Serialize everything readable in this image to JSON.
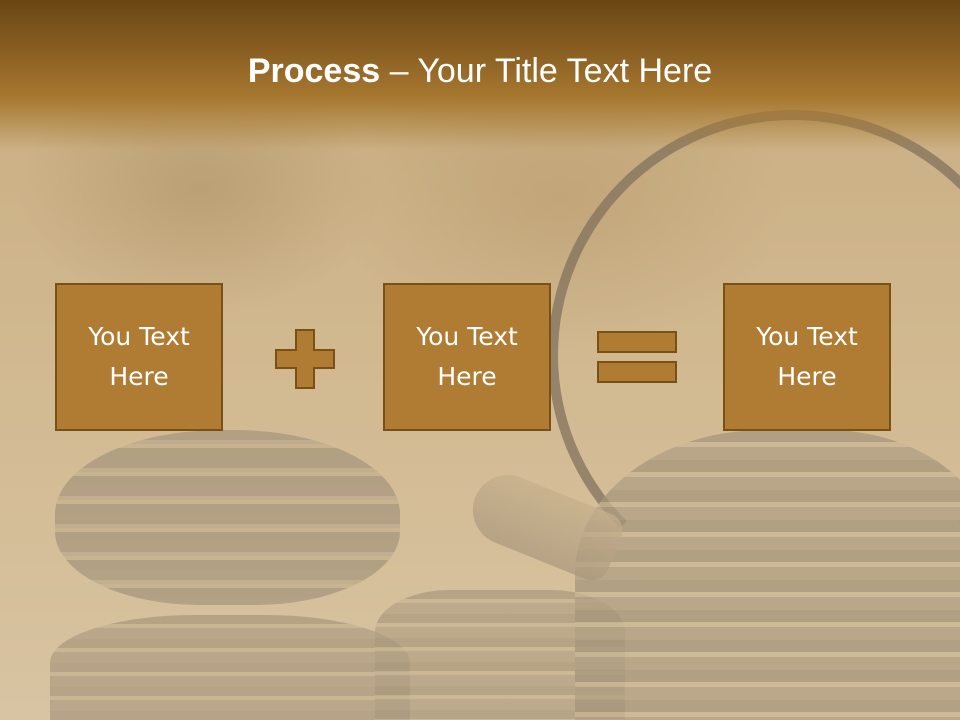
{
  "title": {
    "bold": "Process",
    "dash": " – ",
    "rest": "Your Title Text Here"
  },
  "boxes": [
    {
      "text": "You Text Here"
    },
    {
      "text": "You Text Here"
    },
    {
      "text": "You Text Here"
    }
  ],
  "operators": [
    "plus-icon",
    "equals-icon"
  ],
  "colors": {
    "title_bar": "#8a5f22",
    "box_fill": "#b07c33",
    "box_border": "#7a5115",
    "text": "#ffffff"
  }
}
